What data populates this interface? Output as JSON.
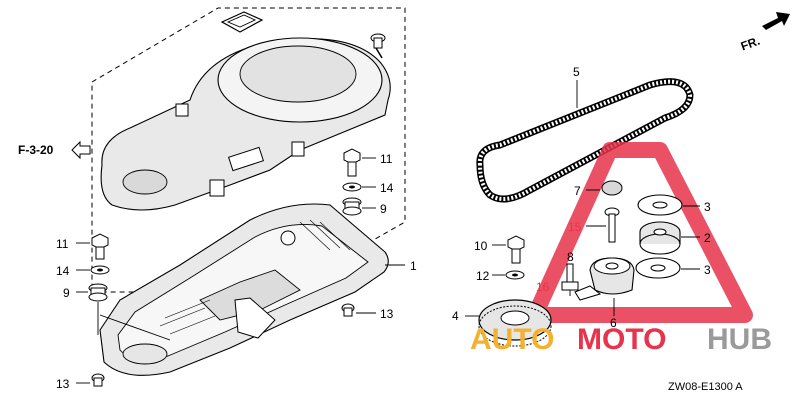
{
  "reference": {
    "label": "F-3-20"
  },
  "direction": {
    "label": "FR."
  },
  "diagram_code": "ZW08-E1300 A",
  "watermark": {
    "part1": "AUTO",
    "part2": "MOTO",
    "part3": "HUB",
    "color_red": "#e8334a",
    "color_gray": "#9a9a9a"
  },
  "callouts": [
    {
      "id": "c1",
      "text": "1"
    },
    {
      "id": "c2",
      "text": "2"
    },
    {
      "id": "c3a",
      "text": "3"
    },
    {
      "id": "c3b",
      "text": "3"
    },
    {
      "id": "c4",
      "text": "4"
    },
    {
      "id": "c5",
      "text": "5"
    },
    {
      "id": "c6",
      "text": "6"
    },
    {
      "id": "c7",
      "text": "7"
    },
    {
      "id": "c8",
      "text": "8"
    },
    {
      "id": "c9a",
      "text": "9"
    },
    {
      "id": "c9b",
      "text": "9"
    },
    {
      "id": "c10",
      "text": "10"
    },
    {
      "id": "c11a",
      "text": "11"
    },
    {
      "id": "c11b",
      "text": "11"
    },
    {
      "id": "c12",
      "text": "12"
    },
    {
      "id": "c13a",
      "text": "13"
    },
    {
      "id": "c13b",
      "text": "13"
    },
    {
      "id": "c14a",
      "text": "14"
    },
    {
      "id": "c14b",
      "text": "14"
    },
    {
      "id": "c15",
      "text": "15"
    },
    {
      "id": "c16",
      "text": "16"
    }
  ]
}
